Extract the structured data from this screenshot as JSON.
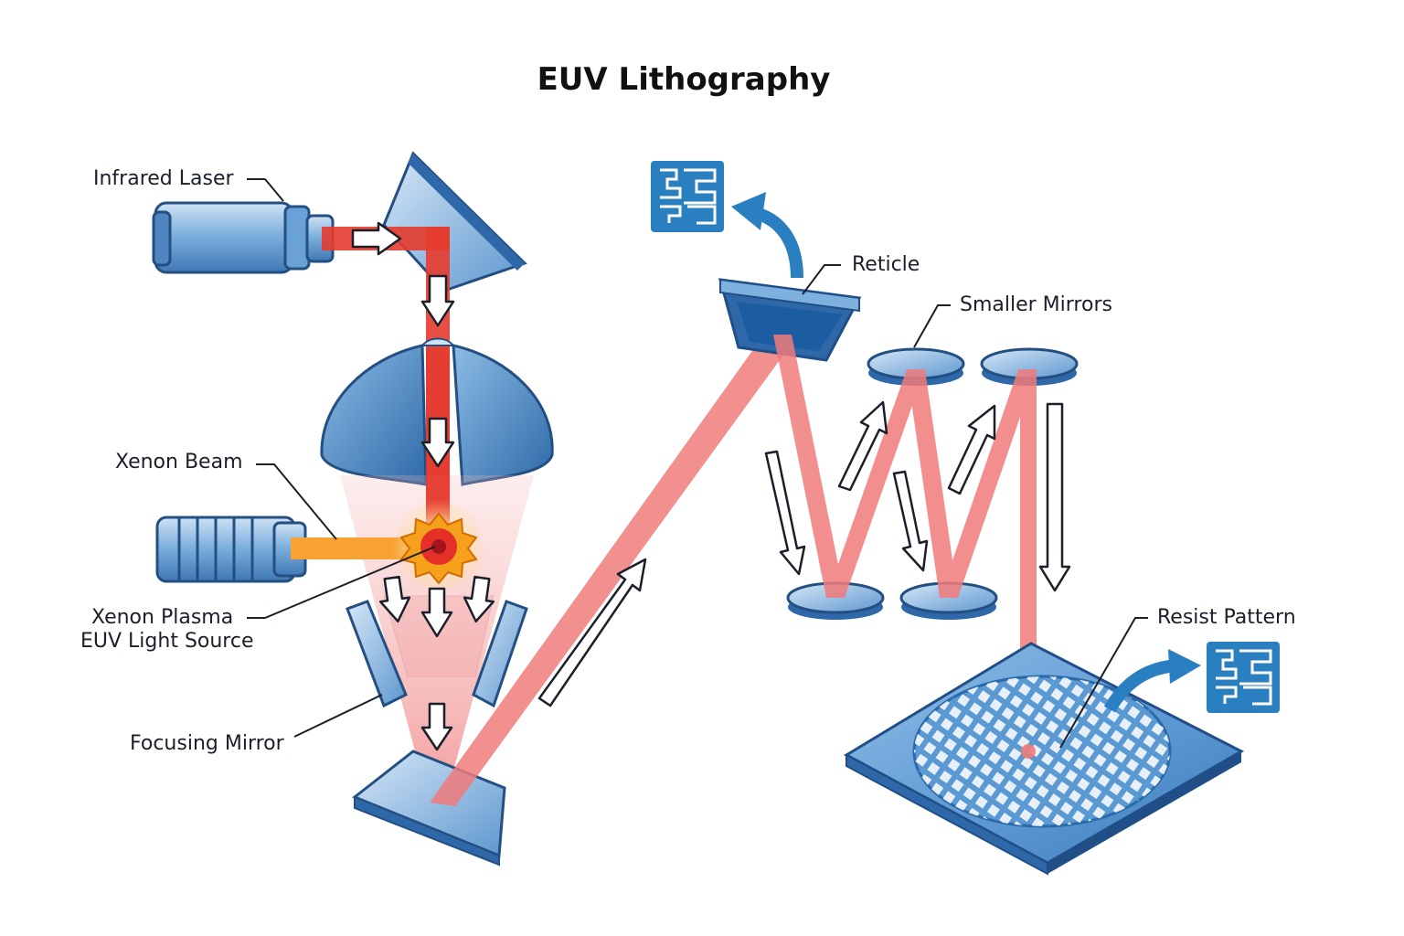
{
  "title": "EUV Lithography",
  "labels": {
    "infrared_laser": "Infrared Laser",
    "xenon_beam": "Xenon Beam",
    "xenon_plasma_line1": "Xenon Plasma",
    "xenon_plasma_line2": "EUV Light Source",
    "focusing_mirror": "Focusing Mirror",
    "reticle": "Reticle",
    "smaller_mirrors": "Smaller Mirrors",
    "resist_pattern": "Resist Pattern"
  },
  "colors": {
    "mirror_blue": "#4f8fcb",
    "mirror_dark": "#1f4f86",
    "laser_red": "#e53b2f",
    "euv_pink": "#f07b7b",
    "xenon_orange": "#f7a233",
    "callout_arrow": "#2a7fc1"
  }
}
